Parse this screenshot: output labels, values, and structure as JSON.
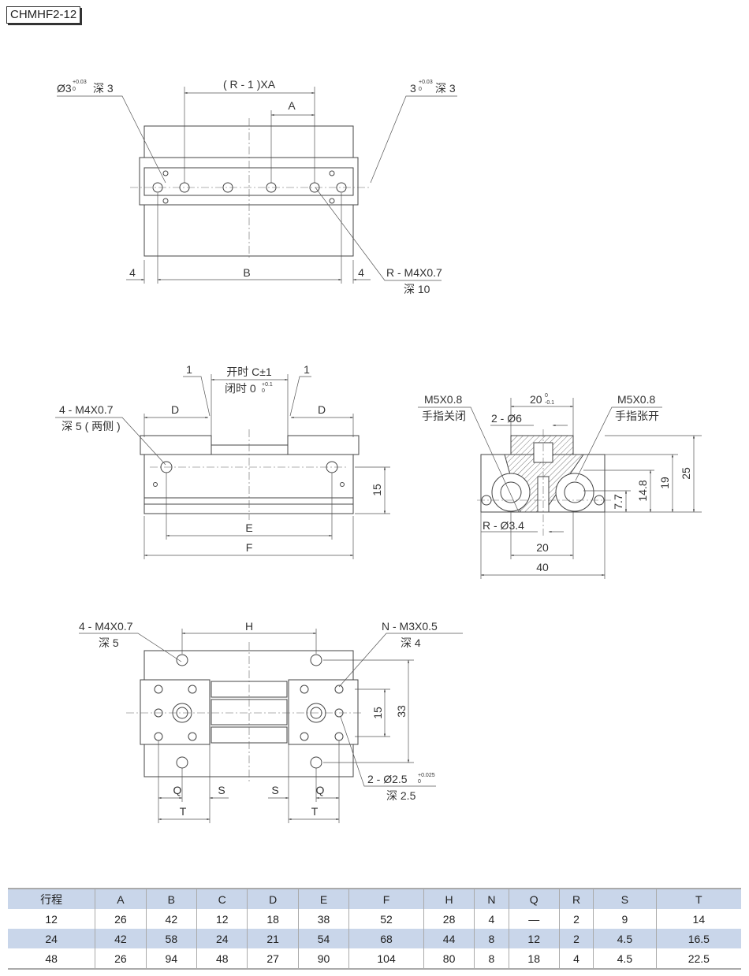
{
  "title": "CHMHF2-12",
  "top_view": {
    "pin_hole": "Ø3",
    "pin_hole_tol": "+0.03",
    "pin_hole_tol2": "0",
    "pin_hole_depth": "深 3",
    "slot": "3",
    "slot_tol": "+0.03",
    "slot_tol2": "0",
    "slot_depth": "深 3",
    "pitch_total": "( R - 1 )XA",
    "pitch": "A",
    "left_margin": "4",
    "right_margin": "4",
    "width": "B",
    "tap": "R - M4X0.7",
    "tap_depth": "深 10"
  },
  "front_view": {
    "gap_left": "1",
    "gap_right": "1",
    "open": "开时 C±1",
    "closed": "闭时 0",
    "closed_tol": "+0.1",
    "closed_tol2": "0",
    "tap": "4 - M4X0.7",
    "tap_depth": "深 5 ( 两侧 )",
    "d_left": "D",
    "d_right": "D",
    "height": "15",
    "e": "E",
    "f": "F"
  },
  "side_view": {
    "port_close": "M5X0.8",
    "port_close_label": "手指关闭",
    "port_open": "M5X0.8",
    "port_open_label": "手指张开",
    "top_width": "20",
    "top_width_tol": "0",
    "top_width_tol2": "-0.1",
    "pin": "2 - Ø6",
    "hole": "R - Ø3.4",
    "h1": "7.7",
    "h2": "14.8",
    "h3": "19",
    "h4": "25",
    "w1": "20",
    "w2": "40"
  },
  "bottom_view": {
    "tap": "4 - M4X0.7",
    "tap_depth": "深 5",
    "h": "H",
    "n_tap": "N - M3X0.5",
    "n_tap_depth": "深 4",
    "pin": "2 - Ø2.5",
    "pin_tol": "+0.025",
    "pin_tol2": "0",
    "pin_depth": "深 2.5",
    "v15": "15",
    "v33": "33",
    "q_left": "Q",
    "s_left": "S",
    "s_right": "S",
    "q_right": "Q",
    "t_left": "T",
    "t_right": "T"
  },
  "table": {
    "headers": [
      "行程",
      "A",
      "B",
      "C",
      "D",
      "E",
      "F",
      "H",
      "N",
      "Q",
      "R",
      "S",
      "T"
    ],
    "rows": [
      [
        "12",
        "26",
        "42",
        "12",
        "18",
        "38",
        "52",
        "28",
        "4",
        "—",
        "2",
        "9",
        "14"
      ],
      [
        "24",
        "42",
        "58",
        "24",
        "21",
        "54",
        "68",
        "44",
        "8",
        "12",
        "2",
        "4.5",
        "16.5"
      ],
      [
        "48",
        "26",
        "94",
        "48",
        "27",
        "90",
        "104",
        "80",
        "8",
        "18",
        "4",
        "4.5",
        "22.5"
      ]
    ]
  }
}
